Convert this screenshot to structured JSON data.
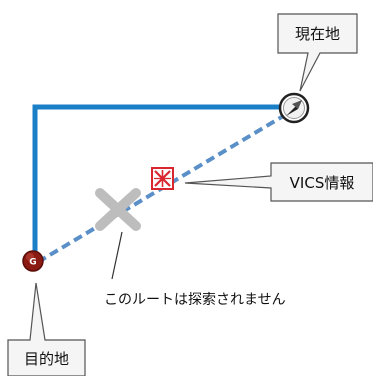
{
  "labels": {
    "current_location": "現在地",
    "vics_info": "VICS情報",
    "destination": "目的地",
    "route_not_searched": "このルートは探索されません"
  },
  "markers": {
    "destination_letter": "G"
  },
  "colors": {
    "route_line": "#1a7fc7",
    "direct_line": "#5a8fc8",
    "blocked_cross": "#bdbdbd",
    "destination_marker": "#8b1a12",
    "callout_fill": "#f5f5f5",
    "callout_border": "#555555",
    "vics_icon": "#d9262f"
  },
  "icons": {
    "current_location": "compass-arrow-icon",
    "destination": "goal-marker-icon",
    "vics": "traffic-info-icon",
    "blocked": "blocked-x-icon"
  }
}
